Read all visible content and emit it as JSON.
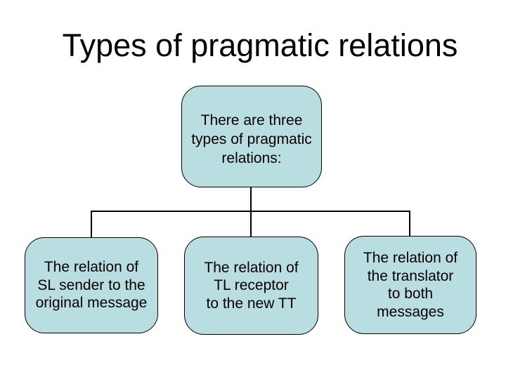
{
  "title": "Types of pragmatic relations",
  "colors": {
    "background": "#ffffff",
    "box_fill": "#b9dee2",
    "box_border": "#000000",
    "connector": "#000000",
    "text": "#000000"
  },
  "diagram": {
    "root": {
      "lines": [
        "There are three",
        "types of pragmatic",
        "relations:"
      ]
    },
    "children": [
      {
        "lines": [
          "The relation of",
          "SL sender to the",
          "original message"
        ]
      },
      {
        "lines": [
          "The relation of",
          "TL receptor",
          "to the new TT"
        ]
      },
      {
        "lines": [
          "The relation of",
          "the translator",
          "to both",
          "messages"
        ]
      }
    ]
  }
}
